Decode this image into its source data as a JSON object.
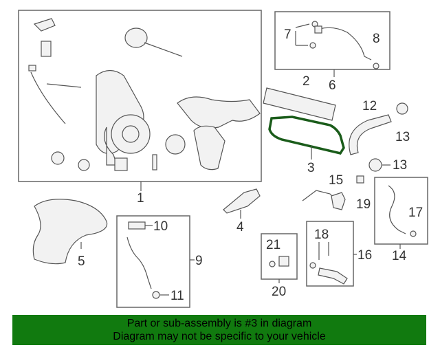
{
  "callouts": {
    "c1": "1",
    "c2": "2",
    "c3": "3",
    "c4": "4",
    "c5": "5",
    "c6": "6",
    "c7": "7",
    "c8": "8",
    "c9": "9",
    "c10": "10",
    "c11": "11",
    "c12": "12",
    "c13a": "13",
    "c13b": "13",
    "c14": "14",
    "c15": "15",
    "c16": "16",
    "c17": "17",
    "c18": "18",
    "c19": "19",
    "c20": "20",
    "c21": "21"
  },
  "banner": {
    "line1": "Part or sub-assembly is #3 in diagram",
    "line2": "Diagram may not be specific to your vehicle"
  },
  "colors": {
    "highlight": "#1a5c1a",
    "banner": "#117a0f"
  }
}
